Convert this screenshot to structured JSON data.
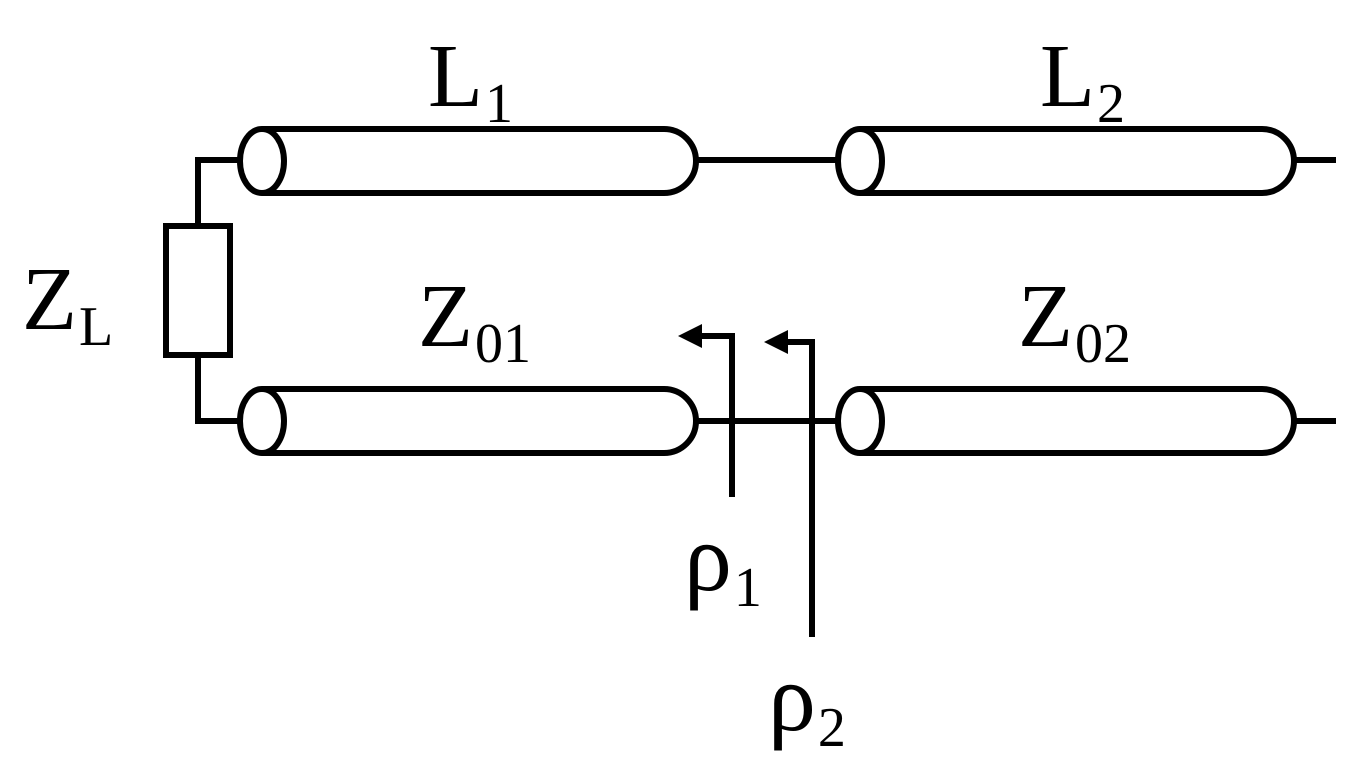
{
  "labels": {
    "load_impedance": {
      "main": "Z",
      "sub": "L"
    },
    "line1_length": {
      "main": "L",
      "sub": "1"
    },
    "line2_length": {
      "main": "L",
      "sub": "2"
    },
    "line1_impedance": {
      "main": "Z",
      "sub": "01"
    },
    "line2_impedance": {
      "main": "Z",
      "sub": "02"
    },
    "reflection1": {
      "main": "ρ",
      "sub": "1"
    },
    "reflection2": {
      "main": "ρ",
      "sub": "2"
    }
  }
}
